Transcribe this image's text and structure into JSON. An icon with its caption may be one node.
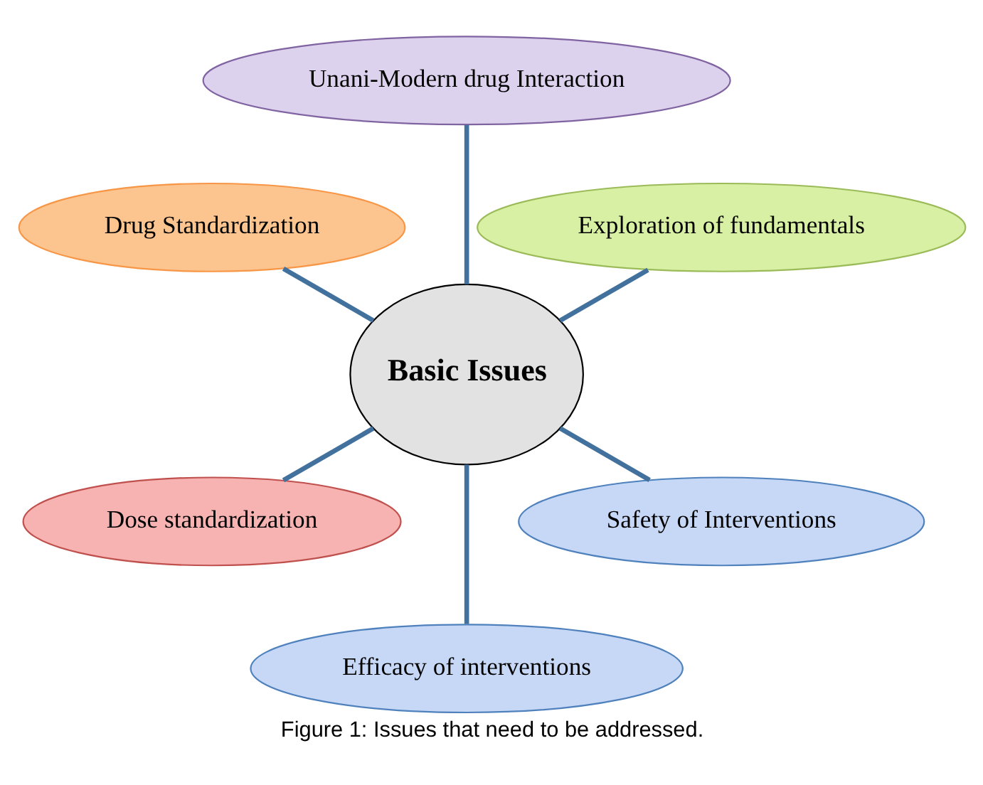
{
  "diagram": {
    "caption": "Figure 1: Issues that need to be addressed.",
    "nodes": [
      {
        "text": [
          "Exploration of fundamentals"
        ]
      },
      {
        "text": [
          "Unani-Modern drug Interaction"
        ]
      },
      {
        "text": [
          "Drug Standardization"
        ]
      },
      {
        "text": [
          "Basic Issues"
        ]
      },
      {
        "text": [
          "Dose standardization"
        ]
      },
      {
        "text": [
          "Efficacy of interventions"
        ]
      },
      {
        "text": [
          "Safety of Interventions"
        ]
      }
    ],
    "edges": [
      {
        "from": 3,
        "to": 0,
        "arrow": "none"
      },
      {
        "from": 3,
        "to": 2,
        "arrow": "none"
      },
      {
        "from": 3,
        "to": 5,
        "arrow": "none"
      },
      {
        "from": 3,
        "to": 6,
        "arrow": "none"
      },
      {
        "from": 3,
        "to": 4,
        "arrow": "none"
      },
      {
        "from": 3,
        "to": 1,
        "arrow": "none"
      }
    ]
  }
}
